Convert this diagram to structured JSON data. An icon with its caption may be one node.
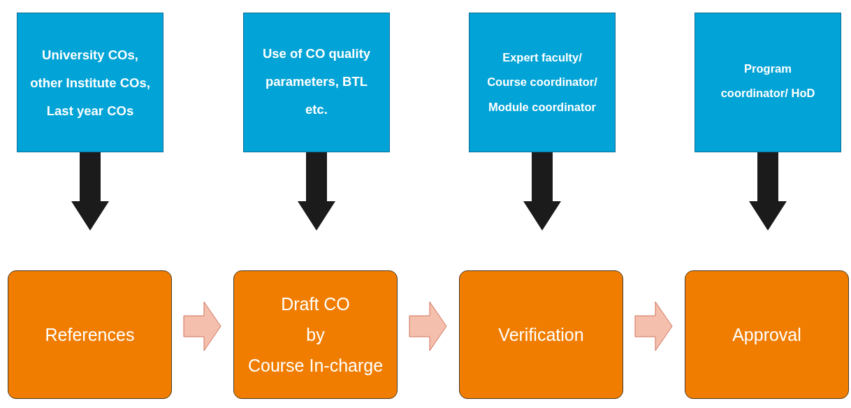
{
  "diagram": {
    "nodes": [
      {
        "text": [
          "University COs, other Institute COs, Last year COs"
        ]
      },
      {
        "text": [
          "Use of CO quality parameters, BTL etc."
        ]
      },
      {
        "text": [
          "Expert faculty/ Course coordinator/ Module coordinator"
        ]
      },
      {
        "text": [
          "Program coordinator/ HoD"
        ]
      },
      {
        "text": [
          "References"
        ]
      },
      {
        "text": [
          "Draft CO",
          "by",
          "Course In-charge"
        ]
      },
      {
        "text": [
          "Verification"
        ]
      },
      {
        "text": [
          "Approval"
        ]
      }
    ],
    "edges": [
      {
        "from": 0,
        "to": 4,
        "arrow": "to",
        "style": "thick"
      },
      {
        "from": 1,
        "to": 5,
        "arrow": "to",
        "style": "thick"
      },
      {
        "from": 2,
        "to": 6,
        "arrow": "to",
        "style": "thick"
      },
      {
        "from": 3,
        "to": 7,
        "arrow": "to",
        "style": "thick"
      },
      {
        "from": 4,
        "to": 5,
        "arrow": "to",
        "color": "#f4bfad"
      },
      {
        "from": 5,
        "to": 6,
        "arrow": "to",
        "color": "#f4bfad"
      },
      {
        "from": 6,
        "to": 7,
        "arrow": "to",
        "color": "#f4bfad"
      }
    ]
  }
}
